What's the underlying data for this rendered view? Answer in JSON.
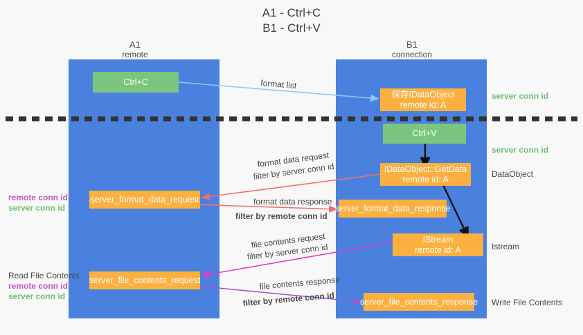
{
  "title": {
    "line1": "A1 - Ctrl+C",
    "line2": "B1 - Ctrl+V"
  },
  "columns": [
    {
      "name": "A1",
      "sub": "remote"
    },
    {
      "name": "B1",
      "sub": "connection"
    }
  ],
  "boxes": {
    "ctrl_c": {
      "label": "Ctrl+C"
    },
    "ctrl_v": {
      "label": "Ctrl+V"
    },
    "save_idataobject": {
      "line1": "保存IDataObject",
      "line2": "remote id: A"
    },
    "getdata": {
      "line1": "IDataObject::GetData",
      "line2": "remote id: A"
    },
    "istream": {
      "line1": "IStream",
      "line2": "remote id: A"
    },
    "format_data_request": {
      "label": "server_format_data_request"
    },
    "format_data_response": {
      "label": "server_format_data_response"
    },
    "file_contents_request": {
      "label": "server_file_contents_request"
    },
    "file_contents_response": {
      "label": "server_file_contents_response"
    }
  },
  "edge_labels": {
    "format_list": "format list",
    "format_data_request": "format data request",
    "format_data_response": "format data response",
    "file_contents_request": "file contents request",
    "file_contents_response": "file contents response",
    "filter_by": "filter by",
    "server_conn_id": "server conn id",
    "remote_conn_id": "remote conn id"
  },
  "right_labels": {
    "server_conn_id_top": "server conn id",
    "server_conn_id_mid": "server conn id",
    "dataobject": "DataObject",
    "istream": "Istream",
    "write_file_contents": "Write File Contents"
  },
  "left_labels": {
    "remote_conn_id_1": "remote conn id",
    "server_conn_id_1": "server conn id",
    "read_file_contents": "Read File Contents",
    "remote_conn_id_2": "remote conn id",
    "server_conn_id_2": "server conn id"
  },
  "colors": {
    "lane": "#4a81de",
    "green_box": "#7bc67e",
    "orange_box": "#fbb040",
    "green_text": "#6fbf73",
    "purple_text": "#c457c4",
    "arrow_blue": "#8ec9ef",
    "arrow_red": "#ef6f6f",
    "arrow_magenta": "#e040c0",
    "arrow_purple": "#9b59d0",
    "arrow_black": "#111111",
    "background": "#f8f8f8"
  }
}
